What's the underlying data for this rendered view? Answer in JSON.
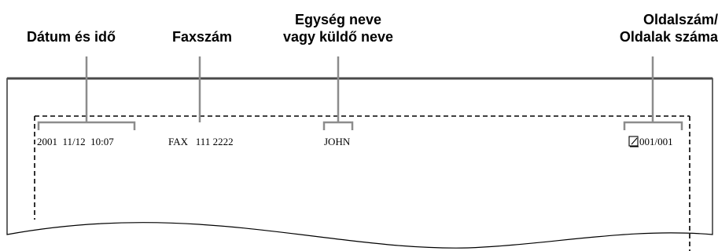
{
  "labels": {
    "date_time": "Dátum és idő",
    "fax_number": "Faxszám",
    "unit_name_line1": "Egység neve",
    "unit_name_line2": "vagy küldő neve",
    "page_number_line1": "Oldalszám/",
    "page_number_line2": "Oldalak száma"
  },
  "header_line": {
    "date_time": "2001  11/12  10:07",
    "fax_number": "FAX   111 2222",
    "sender_name": "JOHN",
    "page_count": "001/001"
  },
  "colors": {
    "callout_line": "#8c8c8c",
    "paper_border": "#000000",
    "paper_top_edge": "#4a4a4a"
  },
  "icons": {
    "page_icon": "document-page-icon"
  }
}
